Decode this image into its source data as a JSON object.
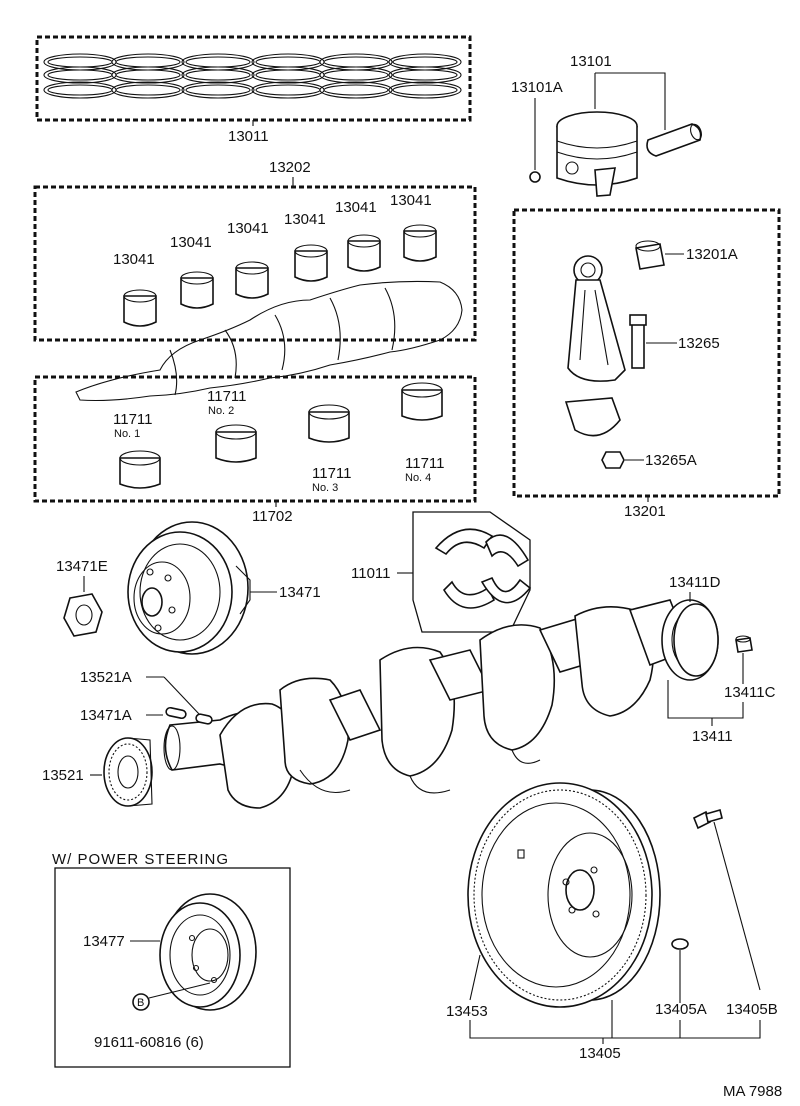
{
  "labels": {
    "piston_rings_set": "13011",
    "piston_assy": "13101",
    "piston_pin_clip": "13101A",
    "upper_bearing_set": "13202",
    "upper_bearing": "13041",
    "conrod_bushing": "13201A",
    "conrod_bolt": "13265",
    "conrod_nut": "13265A",
    "conrod_assy": "13201",
    "main_bearing": "11711",
    "main_bearing_set": "11702",
    "no1": "No. 1",
    "no2": "No. 2",
    "no3": "No. 3",
    "no4": "No. 4",
    "pulley_nut": "13471E",
    "crank_pulley": "13471",
    "thrust_washer_set": "11011",
    "rear_seal_plate": "13411D",
    "key_a": "13521A",
    "key_b": "13471A",
    "timing_gear": "13521",
    "bushing": "13411C",
    "crankshaft": "13411",
    "ps_title": "W/ POWER STEERING",
    "ps_pulley": "13477",
    "ps_bolt_letter": "B",
    "ps_bolt": "91611-60816 (6)",
    "ring_gear": "13453",
    "flywheel_pin": "13405A",
    "flywheel_bolt": "13405B",
    "flywheel": "13405",
    "ref_code": "MA 7988"
  }
}
